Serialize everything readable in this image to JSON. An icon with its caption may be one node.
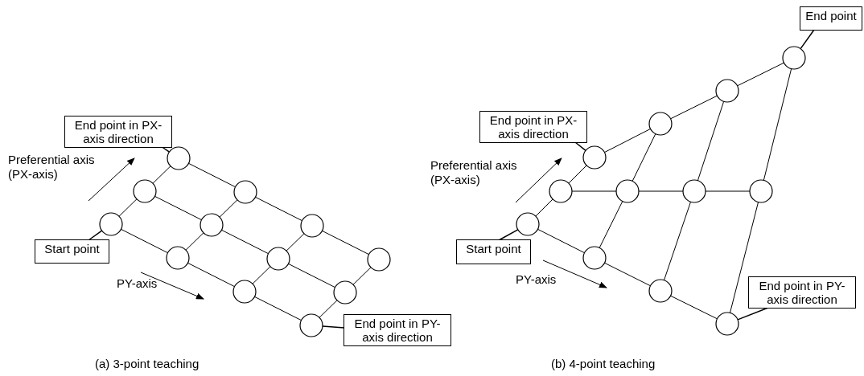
{
  "diagram": {
    "nodes": [
      {
        "text": [
          "End point in PX- axis direction"
        ]
      },
      {
        "text": [
          "Start point"
        ]
      },
      {
        "text": [
          "End point in PY- axis direction"
        ]
      },
      {
        "text": [],
        "shape": "circle"
      },
      {
        "text": [],
        "shape": "circle"
      },
      {
        "text": [],
        "shape": "circle"
      },
      {
        "text": [],
        "shape": "circle"
      },
      {
        "text": [],
        "shape": "circle"
      },
      {
        "text": [],
        "shape": "circle"
      },
      {
        "text": [],
        "shape": "circle"
      },
      {
        "text": [],
        "shape": "circle"
      },
      {
        "text": [],
        "shape": "circle"
      },
      {
        "text": [],
        "shape": "circle"
      },
      {
        "text": [],
        "shape": "circle"
      },
      {
        "text": [],
        "shape": "circle"
      },
      {
        "text": [
          "End point"
        ]
      },
      {
        "text": [
          "End point in PX- axis direction"
        ]
      },
      {
        "text": [
          "Start point"
        ]
      },
      {
        "text": [
          "End point in PY- axis direction"
        ]
      },
      {
        "text": [],
        "shape": "circle"
      },
      {
        "text": [],
        "shape": "circle"
      },
      {
        "text": [],
        "shape": "circle"
      },
      {
        "text": [],
        "shape": "circle"
      },
      {
        "text": [],
        "shape": "circle"
      },
      {
        "text": [],
        "shape": "circle"
      },
      {
        "text": [],
        "shape": "circle"
      },
      {
        "text": [],
        "shape": "circle"
      },
      {
        "text": [],
        "shape": "circle"
      },
      {
        "text": [],
        "shape": "circle"
      },
      {
        "text": [],
        "shape": "circle"
      },
      {
        "text": [],
        "shape": "circle"
      }
    ],
    "edges": [
      {
        "from": 0,
        "to": 11,
        "arrow": "none"
      },
      {
        "from": 1,
        "to": 3,
        "arrow": "none"
      },
      {
        "from": 2,
        "to": 6,
        "arrow": "none"
      },
      {
        "from": 3,
        "to": 4,
        "arrow": "none"
      },
      {
        "from": 4,
        "to": 5,
        "arrow": "none"
      },
      {
        "from": 5,
        "to": 6,
        "arrow": "none"
      },
      {
        "from": 7,
        "to": 8,
        "arrow": "none"
      },
      {
        "from": 8,
        "to": 9,
        "arrow": "none"
      },
      {
        "from": 9,
        "to": 10,
        "arrow": "none"
      },
      {
        "from": 11,
        "to": 12,
        "arrow": "none"
      },
      {
        "from": 12,
        "to": 13,
        "arrow": "none"
      },
      {
        "from": 13,
        "to": 14,
        "arrow": "none"
      },
      {
        "from": 3,
        "to": 7,
        "arrow": "none"
      },
      {
        "from": 7,
        "to": 11,
        "arrow": "none"
      },
      {
        "from": 4,
        "to": 8,
        "arrow": "none"
      },
      {
        "from": 8,
        "to": 12,
        "arrow": "none"
      },
      {
        "from": 5,
        "to": 9,
        "arrow": "none"
      },
      {
        "from": 9,
        "to": 13,
        "arrow": "none"
      },
      {
        "from": 6,
        "to": 10,
        "arrow": "none"
      },
      {
        "from": 10,
        "to": 14,
        "arrow": "none"
      },
      {
        "from": 15,
        "to": 30,
        "arrow": "none"
      },
      {
        "from": 16,
        "to": 27,
        "arrow": "none"
      },
      {
        "from": 17,
        "to": 19,
        "arrow": "none"
      },
      {
        "from": 18,
        "to": 22,
        "arrow": "none"
      },
      {
        "from": 19,
        "to": 20,
        "arrow": "none"
      },
      {
        "from": 20,
        "to": 21,
        "arrow": "none"
      },
      {
        "from": 21,
        "to": 22,
        "arrow": "none"
      },
      {
        "from": 23,
        "to": 24,
        "arrow": "none"
      },
      {
        "from": 24,
        "to": 25,
        "arrow": "none"
      },
      {
        "from": 25,
        "to": 26,
        "arrow": "none"
      },
      {
        "from": 27,
        "to": 28,
        "arrow": "none"
      },
      {
        "from": 28,
        "to": 29,
        "arrow": "none"
      },
      {
        "from": 29,
        "to": 30,
        "arrow": "none"
      },
      {
        "from": 19,
        "to": 23,
        "arrow": "none"
      },
      {
        "from": 23,
        "to": 27,
        "arrow": "none"
      },
      {
        "from": 20,
        "to": 24,
        "arrow": "none"
      },
      {
        "from": 24,
        "to": 28,
        "arrow": "none"
      },
      {
        "from": 21,
        "to": 25,
        "arrow": "none"
      },
      {
        "from": 25,
        "to": 29,
        "arrow": "none"
      },
      {
        "from": 22,
        "to": 26,
        "arrow": "none"
      },
      {
        "from": 26,
        "to": 30,
        "arrow": "none"
      }
    ],
    "labels": [
      "Preferential axis (PX-axis)",
      "PY-axis",
      "(a) 3-point teaching",
      "Preferential axis (PX-axis)",
      "PY-axis",
      "(b) 4-point teaching"
    ]
  }
}
